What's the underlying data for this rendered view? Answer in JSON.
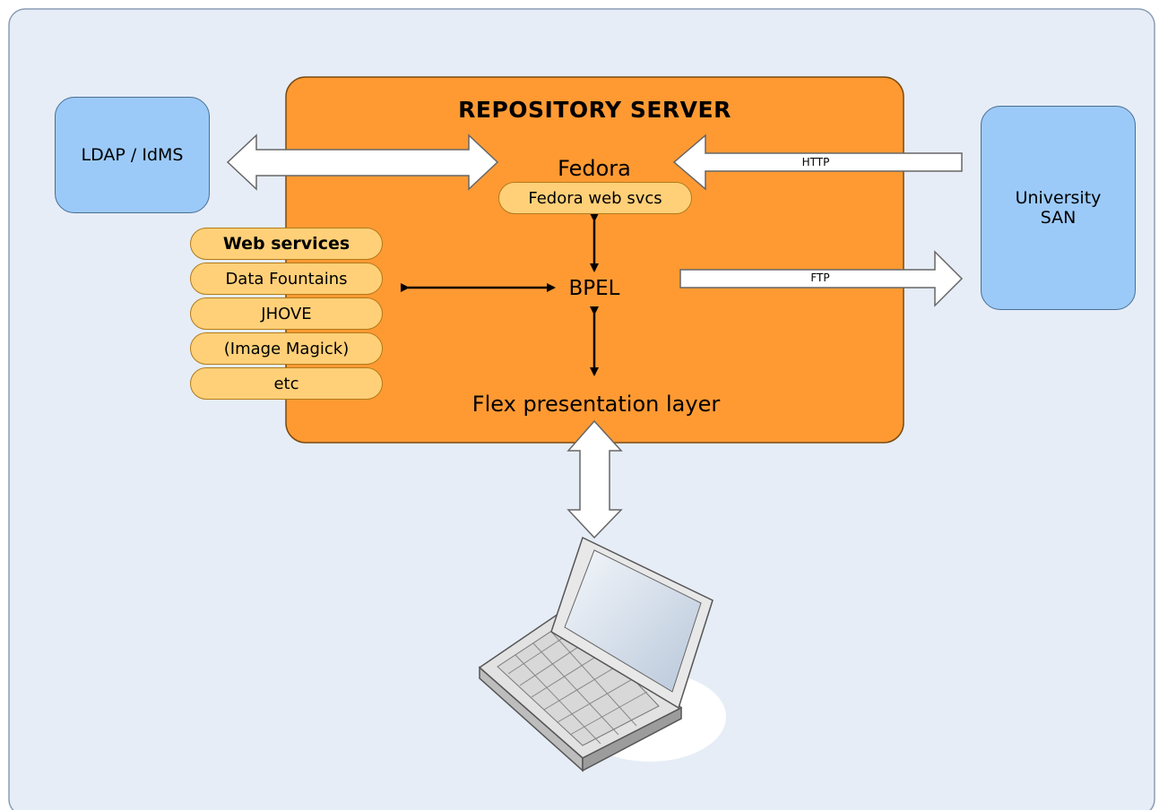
{
  "diagram": {
    "server_title": "REPOSITORY SERVER",
    "fedora": "Fedora",
    "fedora_web_svcs": "Fedora web svcs",
    "bpel": "BPEL",
    "flex_layer": "Flex presentation layer",
    "ldap": "LDAP / IdMS",
    "university_san_line1": "University",
    "university_san_line2": "SAN",
    "http_label": "HTTP",
    "ftp_label": "FTP",
    "services": [
      "Web services",
      "Data Fountains",
      "JHOVE",
      "(Image Magick)",
      "etc"
    ],
    "client_icon": "laptop-icon"
  },
  "colors": {
    "background": "#e6edf7",
    "server": "#ff9a33",
    "pill": "#ffd078",
    "blue_box": "#9ccaf8",
    "arrow_fill": "#ffffff"
  }
}
